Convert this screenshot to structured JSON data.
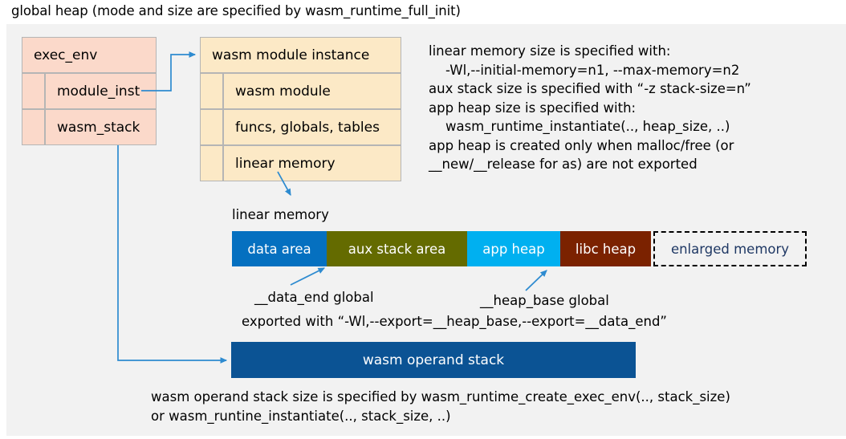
{
  "title": "global heap (mode and size are specified by wasm_runtime_full_init)",
  "exec_env": {
    "header": "exec_env",
    "fields": [
      {
        "label": "module_inst"
      },
      {
        "label": "wasm_stack"
      }
    ]
  },
  "module_instance": {
    "header": "wasm module instance",
    "fields": [
      {
        "label": "wasm module"
      },
      {
        "label": "funcs, globals, tables"
      },
      {
        "label": "linear memory"
      }
    ]
  },
  "notes_right": [
    "linear memory size is specified with:",
    "    -Wl,--initial-memory=n1, --max-memory=n2",
    "aux stack size is specified with “-z stack-size=n”",
    "app heap size is specified with:",
    "    wasm_runtime_instantiate(.., heap_size, ..)",
    "app heap is created only when malloc/free (or",
    "__new/__release for as) are not exported"
  ],
  "linear_memory": {
    "caption": "linear memory",
    "segments": [
      {
        "label": "data area",
        "color": "#0570c0",
        "width": 118
      },
      {
        "label": "aux stack area",
        "color": "#646b00",
        "width": 175
      },
      {
        "label": "app heap",
        "color": "#00b0f0",
        "width": 116
      },
      {
        "label": "libc heap",
        "color": "#7b2200",
        "width": 113
      },
      {
        "label": "enlarged memory",
        "color": "#f2f2f2",
        "width": 191,
        "dashed": true,
        "text_color": "#1f3864"
      }
    ]
  },
  "annotations": {
    "data_end": "__data_end global",
    "heap_base": "__heap_base global",
    "export_line": "exported with “-Wl,--export=__heap_base,--export=__data_end”"
  },
  "operand_stack": {
    "label": "wasm operand stack"
  },
  "notes_bottom": [
    "wasm operand stack size is specified by wasm_runtime_create_exec_env(.., stack_size)",
    "or wasm_runtine_instantiate(.., stack_size, ..)"
  ],
  "colors": {
    "panel_bg": "#f2f2f2",
    "pink": "#fbd9ca",
    "tan": "#fce9c6",
    "wire": "#2e8bd0",
    "operand_stack_bg": "#0b5394"
  }
}
